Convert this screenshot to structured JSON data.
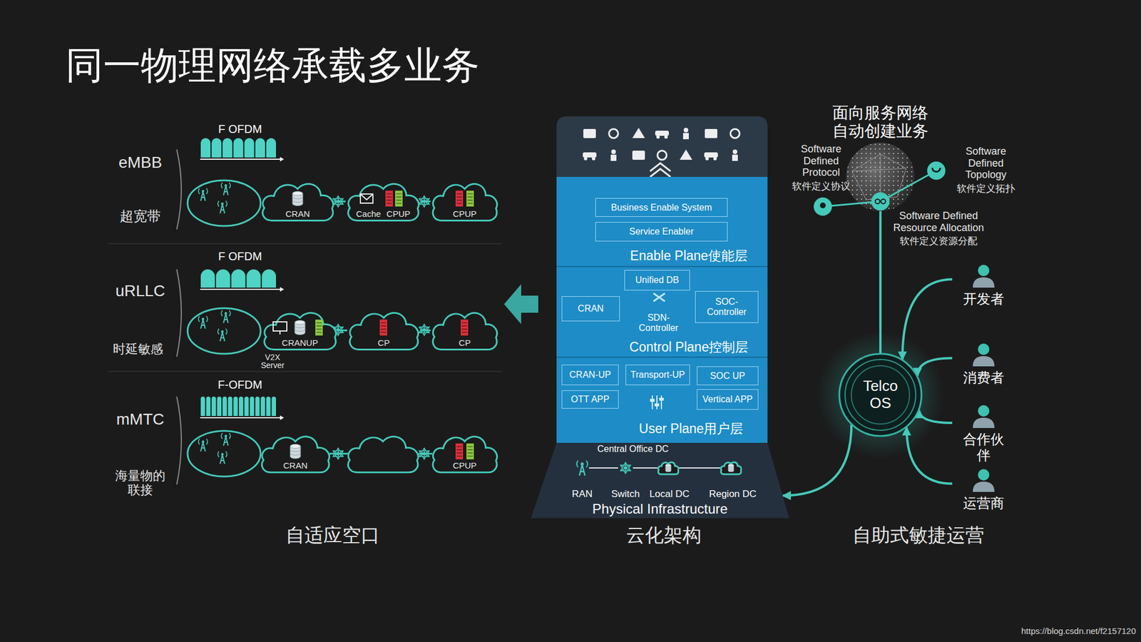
{
  "diagram": {
    "title": "同一物理网络承载多业务",
    "nodes": [
      {
        "text": [
          "CRAN"
        ]
      },
      {
        "text": [
          "Cache",
          "CPUP"
        ]
      },
      {
        "text": [
          "CPUP"
        ]
      },
      {
        "text": [
          "V2X Server",
          "CRANUP"
        ]
      },
      {
        "text": [
          "CP"
        ]
      },
      {
        "text": [
          "CP"
        ]
      },
      {
        "text": [
          "CRAN"
        ]
      },
      {
        "text": [
          "CPUP"
        ]
      },
      {
        "text": [
          "Enable Plane使能层"
        ]
      },
      {
        "text": [
          "Business Enable System"
        ],
        "in": 8
      },
      {
        "text": [
          "Service Enabler"
        ],
        "in": 8
      },
      {
        "text": [
          "Control Plane控制层"
        ]
      },
      {
        "text": [
          "Unified DB"
        ],
        "in": 11
      },
      {
        "text": [
          "CRAN"
        ],
        "in": 11
      },
      {
        "text": [
          "SOC-Controller"
        ],
        "in": 11
      },
      {
        "text": [
          "User Plane用户层"
        ]
      },
      {
        "text": [
          "CRAN-UP"
        ],
        "in": 15
      },
      {
        "text": [
          "Transport-UP"
        ],
        "in": 15
      },
      {
        "text": [
          "SOC UP"
        ],
        "in": 15
      },
      {
        "text": [
          "OTT APP"
        ],
        "in": 15
      },
      {
        "text": [
          "Vertical APP"
        ],
        "in": 15
      },
      {
        "text": [
          "Physical Infrastructure"
        ]
      },
      {
        "text": [
          "面向服务网络 自动创建业务"
        ]
      },
      {
        "text": [
          "Telco OS"
        ]
      },
      {
        "text": [
          "开发者"
        ]
      },
      {
        "text": [
          "消费者"
        ]
      },
      {
        "text": [
          "合作伙伴"
        ]
      },
      {
        "text": [
          "运营商"
        ]
      }
    ],
    "edges": [
      {
        "from": 0,
        "to": 1,
        "arrow": "none"
      },
      {
        "from": 1,
        "to": 2,
        "arrow": "none"
      },
      {
        "from": 3,
        "to": 4,
        "arrow": "none"
      },
      {
        "from": 4,
        "to": 5,
        "arrow": "none"
      },
      {
        "from": 22,
        "to": 23,
        "arrow": "none"
      },
      {
        "from": 23,
        "to": 21,
        "arrow": "to"
      },
      {
        "from": 24,
        "to": 23,
        "arrow": "to"
      },
      {
        "from": 25,
        "to": 23,
        "arrow": "to"
      },
      {
        "from": 26,
        "to": 23,
        "arrow": "to"
      },
      {
        "from": 27,
        "to": 23,
        "arrow": "to"
      }
    ],
    "labels": [
      "F OFDM",
      "F OFDM",
      "F-OFDM",
      "eMBB",
      "超宽带",
      "uRLLC",
      "时延敏感",
      "mMTC",
      "海量物的联接",
      "SDN-Controller",
      "Central Office DC",
      "RAN",
      "Switch",
      "Local DC",
      "Region DC",
      "Software Defined Protocol",
      "软件定义协议",
      "Software Defined Topology",
      "软件定义拓扑",
      "Software Defined Resource Allocation",
      "软件定义资源分配",
      "自适应空口",
      "云化架构",
      "自助式敏捷运营",
      "https://blog.csdn.net/f2157120"
    ]
  }
}
